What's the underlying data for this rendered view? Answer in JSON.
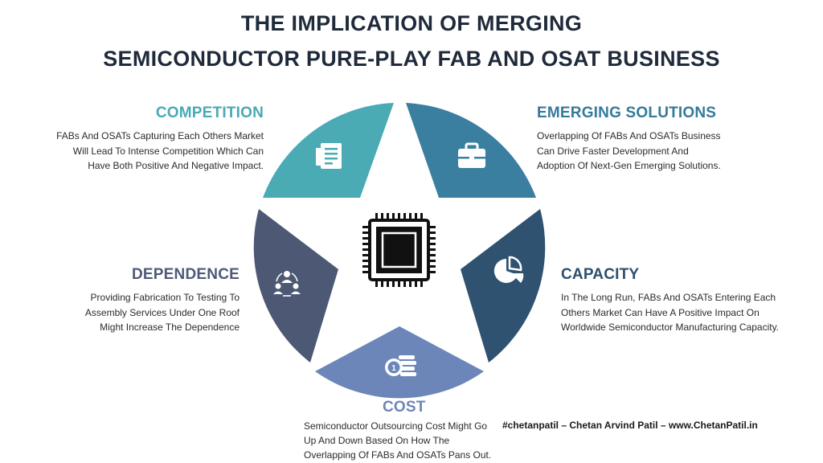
{
  "title": {
    "line1": "THE IMPLICATION OF MERGING",
    "line2": "SEMICONDUCTOR PURE-PLAY FAB AND OSAT BUSINESS"
  },
  "segments": {
    "competition": {
      "heading": "COMPETITION",
      "lines": [
        "FABs And OSATs Capturing Each Others Market",
        "Will Lead To Intense Competition Which Can",
        "Have Both Positive And Negative Impact."
      ],
      "icon": "document-list-icon",
      "color": "#4aabb5"
    },
    "emerging": {
      "heading": "EMERGING SOLUTIONS",
      "lines": [
        "Overlapping Of FABs And OSATs Business",
        "Can Drive Faster Development And",
        "Adoption Of Next-Gen Emerging Solutions."
      ],
      "icon": "briefcase-icon",
      "color": "#3b7fa0"
    },
    "capacity": {
      "heading": "CAPACITY",
      "lines": [
        "In The Long Run, FABs And OSATs Entering Each",
        "Others Market Can Have A Positive Impact On",
        "Worldwide Semiconductor Manufacturing Capacity."
      ],
      "icon": "pie-chart-icon",
      "color": "#2e5270"
    },
    "cost": {
      "heading": "COST",
      "lines": [
        "Semiconductor Outsourcing Cost Might Go",
        "Up And Down Based On How The",
        "Overlapping Of FABs And OSATs Pans Out."
      ],
      "icon": "coins-icon",
      "color": "#6c86ba"
    },
    "dependence": {
      "heading": "DEPENDENCE",
      "lines": [
        "Providing Fabrication To Testing To",
        "Assembly Services Under One Roof",
        "Might Increase The Dependence"
      ],
      "icon": "team-network-icon",
      "color": "#4d5874"
    }
  },
  "center_icon": "chip-icon",
  "credit": "#chetanpatil – Chetan Arvind Patil – www.ChetanPatil.in"
}
